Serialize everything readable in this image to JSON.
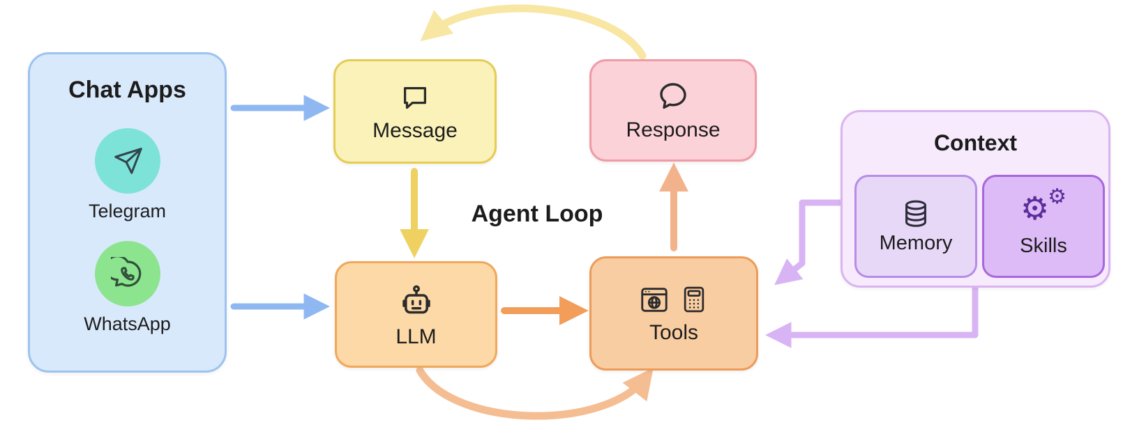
{
  "title": {
    "agent_loop": "Agent Loop"
  },
  "chat_apps": {
    "title": "Chat Apps",
    "items": [
      {
        "label": "Telegram",
        "icon": "telegram-icon",
        "badge_color": "#7de3d8"
      },
      {
        "label": "WhatsApp",
        "icon": "whatsapp-icon",
        "badge_color": "#8ce48f"
      }
    ]
  },
  "nodes": {
    "message": {
      "label": "Message",
      "icon": "square-speech-bubble-icon"
    },
    "response": {
      "label": "Response",
      "icon": "round-speech-bubble-icon"
    },
    "llm": {
      "label": "LLM",
      "icon": "robot-icon"
    },
    "tools": {
      "label": "Tools",
      "icons": [
        "browser-globe-icon",
        "calculator-icon"
      ]
    }
  },
  "context": {
    "title": "Context",
    "children": [
      {
        "label": "Memory",
        "icon": "database-icon"
      },
      {
        "label": "Skills",
        "icon": "gears-icon"
      }
    ]
  },
  "icons": {
    "gear_glyph": "⚙"
  },
  "edges": [
    {
      "from": "chat-apps",
      "to": "message",
      "color": "#8fb8f2",
      "style": "straight"
    },
    {
      "from": "chat-apps",
      "to": "llm",
      "color": "#8fb8f2",
      "style": "straight"
    },
    {
      "from": "message",
      "to": "llm",
      "color": "#efd161",
      "style": "straight"
    },
    {
      "from": "llm",
      "to": "tools",
      "color": "#f29e5a",
      "style": "straight"
    },
    {
      "from": "tools",
      "to": "response",
      "color": "#f2b38c",
      "style": "straight"
    },
    {
      "from": "response",
      "to": "message",
      "color": "#f8e6a3",
      "style": "curved-top"
    },
    {
      "from": "llm",
      "to": "tools",
      "color": "#f5bd92",
      "style": "curved-bottom"
    },
    {
      "from": "context",
      "to": "tools",
      "color": "#d8b4f4",
      "style": "elbow-upper"
    },
    {
      "from": "context",
      "to": "tools",
      "color": "#d8b4f4",
      "style": "elbow-lower"
    }
  ],
  "colors": {
    "chat_apps_fill": "#d9e9fc",
    "chat_apps_border": "#9cc3f0",
    "message_fill": "#faf2b9",
    "message_border": "#e5cc55",
    "response_fill": "#fbd2d8",
    "response_border": "#ef9ba6",
    "llm_fill": "#fcd9a7",
    "llm_border": "#f1a75b",
    "tools_fill": "#f9cda2",
    "tools_border": "#ec9c58",
    "context_fill": "#f6eafc",
    "context_border": "#dab4f0",
    "memory_fill": "#e7d8f8",
    "memory_border": "#b78ce8",
    "skills_fill": "#ddbbf6",
    "skills_border": "#a867dd"
  }
}
